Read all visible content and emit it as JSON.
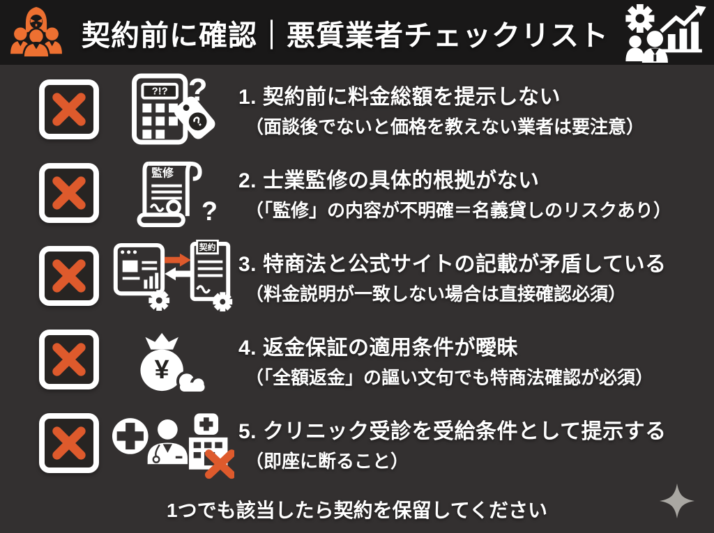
{
  "header": {
    "title": "契約前に確認｜悪質業者チェックリスト"
  },
  "checklist": {
    "items": [
      {
        "number": "1.",
        "title": "契約前に料金総額を提示しない",
        "note": "（面談後でないと価格を教えない業者は要注意）",
        "icon": {
          "name": "calculator-price-question-icon",
          "display_text": "?!?",
          "question_mark": "?",
          "tag_question": "?"
        }
      },
      {
        "number": "2.",
        "title": "士業監修の具体的根拠がない",
        "note": "（「監修」の内容が不明確＝名義貸しのリスクあり）",
        "icon": {
          "name": "supervision-scroll-icon",
          "label": "監修",
          "question_mark": "?"
        }
      },
      {
        "number": "3.",
        "title": "特商法と公式サイトの記載が矛盾している",
        "note": "（料金説明が一致しない場合は直接確認必須）",
        "icon": {
          "name": "website-contract-mismatch-icon",
          "label": "契約"
        }
      },
      {
        "number": "4.",
        "title": "返金保証の適用条件が曖昧",
        "note": "（「全額返金」の謳い文句でも特商法確認が必須）",
        "icon": {
          "name": "money-bag-cloud-icon",
          "currency": "¥"
        }
      },
      {
        "number": "5.",
        "title": "クリニック受診を受給条件として提示する",
        "note": "（即座に断ること）",
        "icon": {
          "name": "clinic-refusal-icon"
        }
      }
    ]
  },
  "footer": {
    "message": "1つでも該当したら契約を保留してください"
  },
  "colors": {
    "background": "#333030",
    "header_background": "#191818",
    "accent_orange": "#de5a2c",
    "header_icon_orange": "#ed7031",
    "text_white": "#ffffff",
    "sparkle_gray": "#a9a7a2"
  }
}
